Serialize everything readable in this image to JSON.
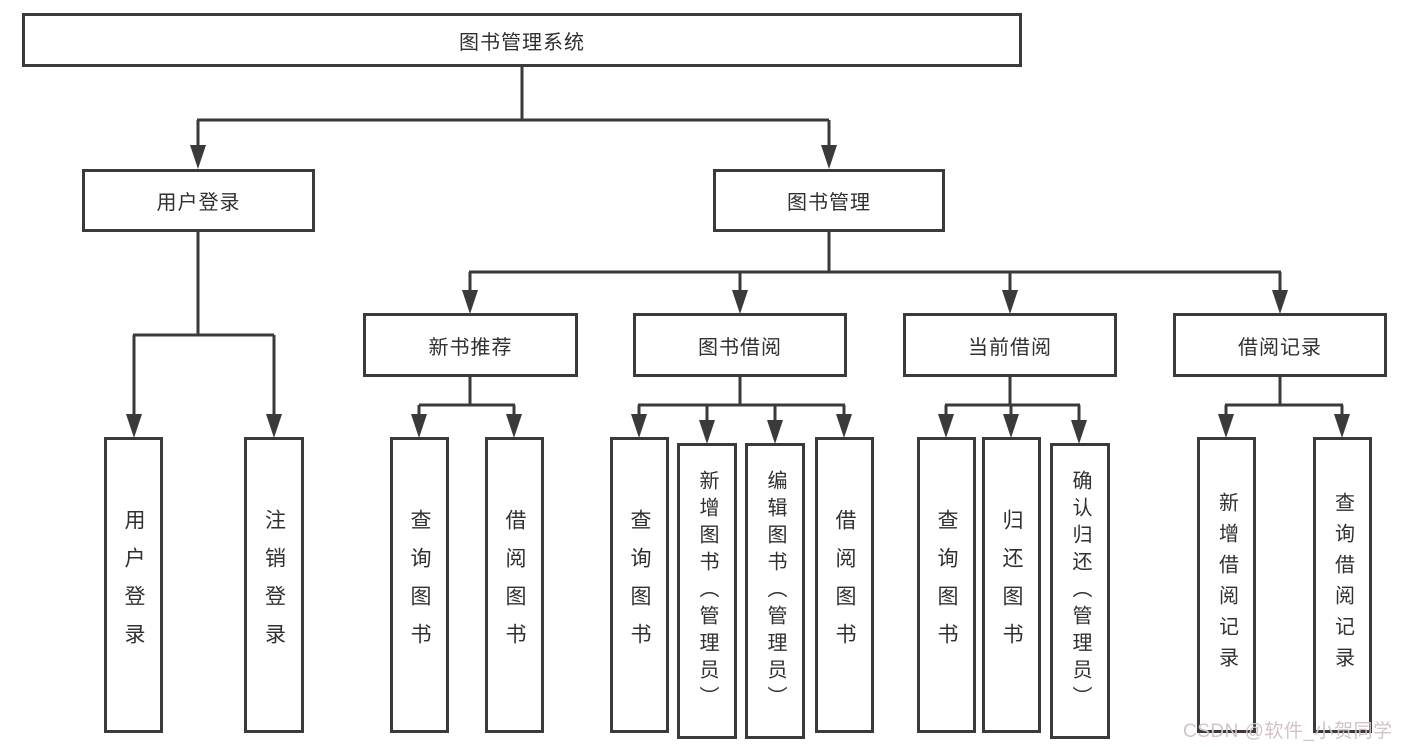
{
  "tree": {
    "root": {
      "label": "图书管理系统"
    },
    "children": [
      {
        "label": "用户登录",
        "children": [
          {
            "label": "用户登录"
          },
          {
            "label": "注销登录"
          }
        ]
      },
      {
        "label": "图书管理",
        "children": [
          {
            "label": "新书推荐",
            "children": [
              {
                "label": "查询图书"
              },
              {
                "label": "借阅图书"
              }
            ]
          },
          {
            "label": "图书借阅",
            "children": [
              {
                "label": "查询图书"
              },
              {
                "label": "新增图书（管理员）"
              },
              {
                "label": "编辑图书（管理员）"
              },
              {
                "label": "借阅图书"
              }
            ]
          },
          {
            "label": "当前借阅",
            "children": [
              {
                "label": "查询图书"
              },
              {
                "label": "归还图书"
              },
              {
                "label": "确认归还（管理员）"
              }
            ]
          },
          {
            "label": "借阅记录",
            "children": [
              {
                "label": "新增借阅记录"
              },
              {
                "label": "查询借阅记录"
              }
            ]
          }
        ]
      }
    ]
  },
  "watermark": {
    "text": "CSDN @软件_小贺同学"
  },
  "colors": {
    "line": "#3a3a3a",
    "text": "#303030",
    "background": "#ffffff",
    "watermark": "#d2c2c9"
  }
}
